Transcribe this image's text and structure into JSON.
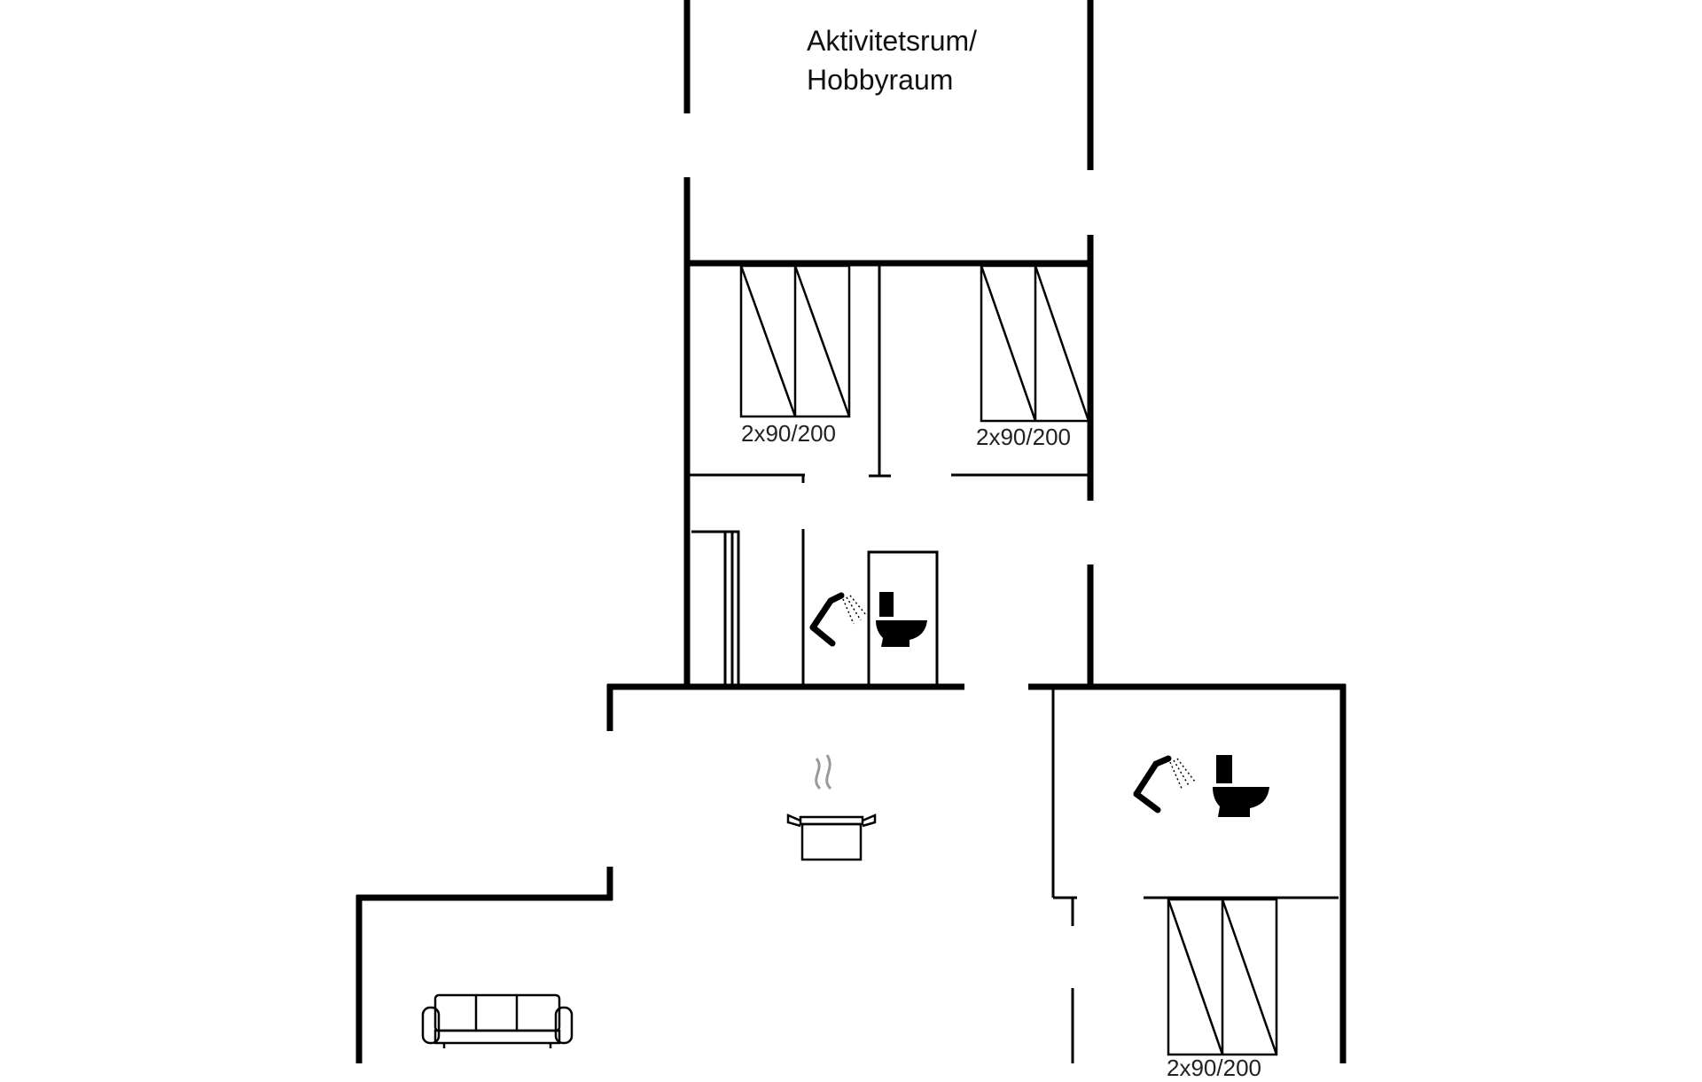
{
  "rooms": {
    "activity_room_line1": "Aktivitetsrum/",
    "activity_room_line2": "Hobbyraum"
  },
  "beds": [
    {
      "label": "2x90/200"
    },
    {
      "label": "2x90/200"
    },
    {
      "label": "2x90/200"
    }
  ],
  "icons": [
    "shower-icon",
    "toilet-icon",
    "cooking-pot-icon",
    "sofa-icon",
    "bed-icon"
  ],
  "colors": {
    "wall": "#000000",
    "background": "#ffffff"
  }
}
